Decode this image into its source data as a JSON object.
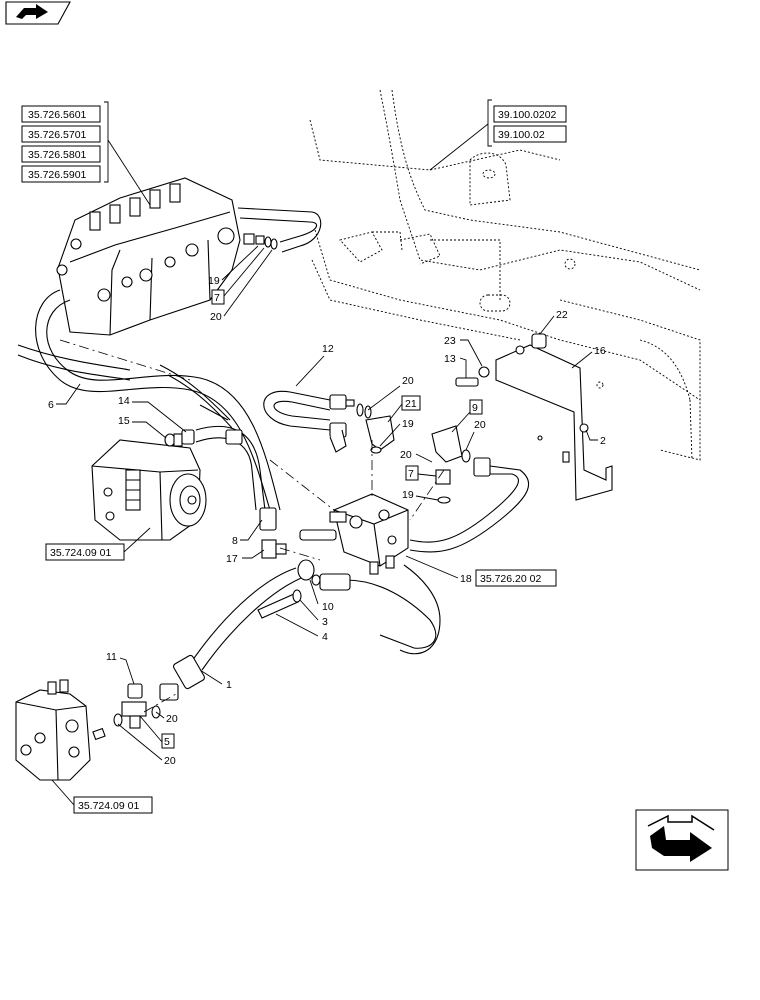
{
  "reference_boxes": {
    "control_valve_refs": [
      "35.726.5601",
      "35.726.5701",
      "35.726.5801",
      "35.726.5901"
    ],
    "frame_refs": [
      "39.100.0202",
      "39.100.02"
    ],
    "pump_ref": "35.724.09 01",
    "valve_block_ref": "35.726.20 02",
    "aux_valve_ref": "35.724.09 01"
  },
  "item_numbers": {
    "n1": "1",
    "n2": "2",
    "n3": "3",
    "n4": "4",
    "n5": "5",
    "n6": "6",
    "n7a": "7",
    "n7b": "7",
    "n8": "8",
    "n9": "9",
    "n10": "10",
    "n11": "11",
    "n12": "12",
    "n13": "13",
    "n14": "14",
    "n15": "15",
    "n16": "16",
    "n17": "17",
    "n18": "18",
    "n19a": "19",
    "n19b": "19",
    "n19c": "19",
    "n20a": "20",
    "n20b": "20",
    "n20c": "20",
    "n20d": "20",
    "n20e": "20",
    "n21": "21",
    "n22": "22",
    "n23": "23"
  },
  "icons": {
    "top_left": "book-arrow-icon",
    "bottom_right": "next-page-arrow-icon"
  }
}
